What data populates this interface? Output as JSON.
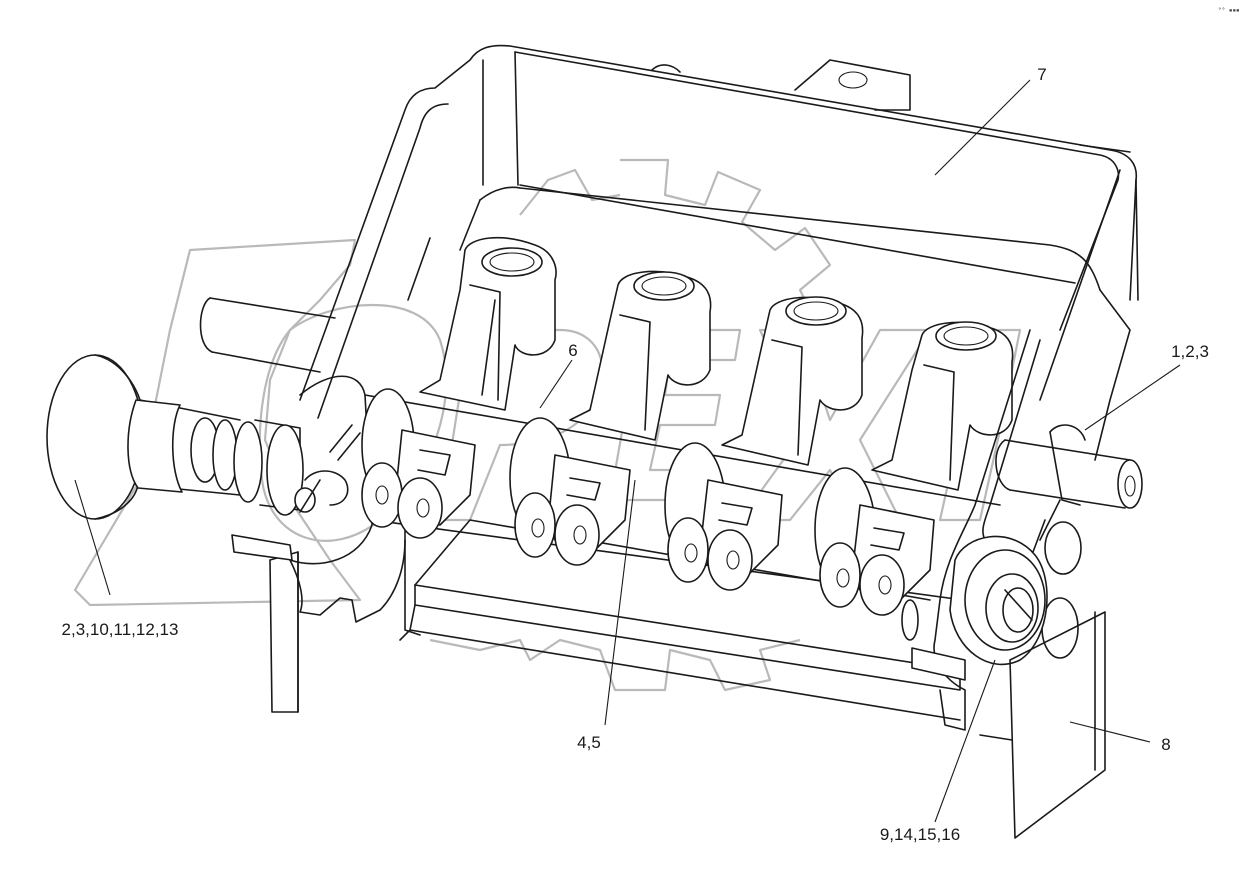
{
  "callouts": {
    "c7": "7",
    "c6": "6",
    "c123": "1,2,3",
    "c2_13": "2,3,10,11,12,13",
    "c45": "4,5",
    "c8": "8",
    "c9_16": "9,14,15,16"
  },
  "corner_mark": "°° ▪▪▪"
}
